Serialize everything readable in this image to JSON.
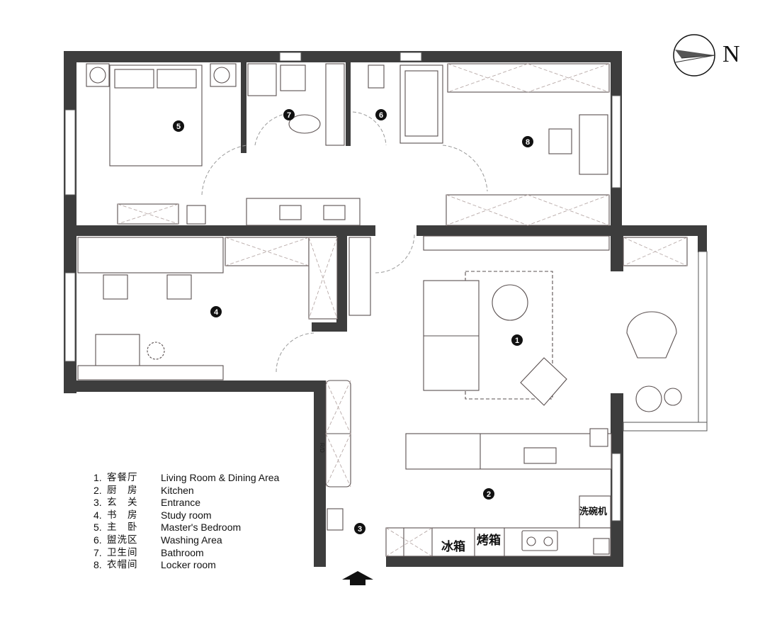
{
  "compass": {
    "label": "N"
  },
  "rooms": [
    {
      "number": "1"
    },
    {
      "number": "2"
    },
    {
      "number": "3"
    },
    {
      "number": "4"
    },
    {
      "number": "5"
    },
    {
      "number": "6"
    },
    {
      "number": "7"
    },
    {
      "number": "8"
    }
  ],
  "appliances": {
    "fridge": "冰箱",
    "oven": "烤箱",
    "dishwasher": "洗碗机",
    "rd": "R/D"
  },
  "legend": [
    {
      "num": "1.",
      "zh": "客餐厅",
      "en": "Living Room & Dining  Area"
    },
    {
      "num": "2.",
      "zh": "厨　房",
      "en": "Kitchen"
    },
    {
      "num": "3.",
      "zh": "玄　关",
      "en": "Entrance"
    },
    {
      "num": "4.",
      "zh": "书　房",
      "en": "Study  room"
    },
    {
      "num": "5.",
      "zh": "主　卧",
      "en": "Master's  Bedroom"
    },
    {
      "num": "6.",
      "zh": "盥洗区",
      "en": "Washing  Area"
    },
    {
      "num": "7.",
      "zh": "卫生间",
      "en": "Bathroom"
    },
    {
      "num": "8.",
      "zh": "衣帽间",
      "en": "Locker room"
    }
  ],
  "colors": {
    "wall": "#3d3d3d",
    "line": "#5a5050",
    "background": "#ffffff"
  }
}
